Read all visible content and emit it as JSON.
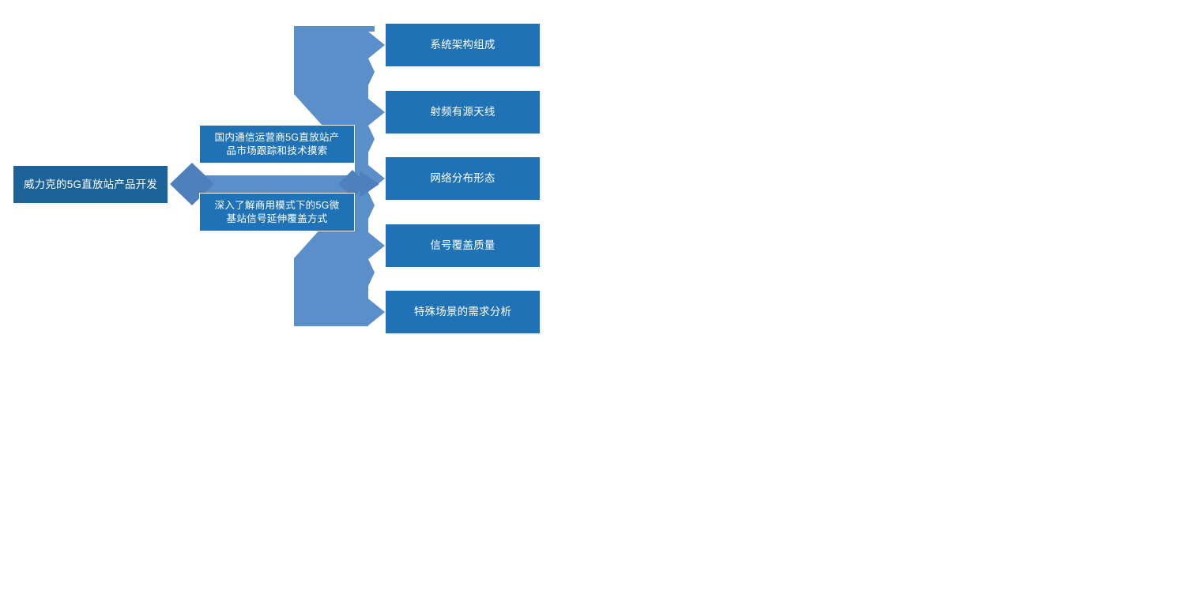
{
  "diagram": {
    "type": "funnel-branch-flow",
    "title_node": {
      "label": "威力克的5G直放站产品开发"
    },
    "middle_nodes": [
      {
        "label": "国内通信运营商5G直放站产\n品市场跟踪和技术摸索"
      },
      {
        "label": "深入了解商用模式下的5G微\n基站信号延伸覆盖方式"
      }
    ],
    "leaf_nodes": [
      {
        "label": "系统架构组成"
      },
      {
        "label": "射频有源天线"
      },
      {
        "label": "网络分布形态"
      },
      {
        "label": "信号覆盖质量"
      },
      {
        "label": "特殊场景的需求分析"
      }
    ],
    "colors": {
      "node_fill": "#1F72B5",
      "root_fill": "#1B6398",
      "connector_fill": "#5B8FC9",
      "connector_shade": "#4E81BC",
      "text": "#FFFFFF",
      "background": "#FFFFFF"
    }
  }
}
